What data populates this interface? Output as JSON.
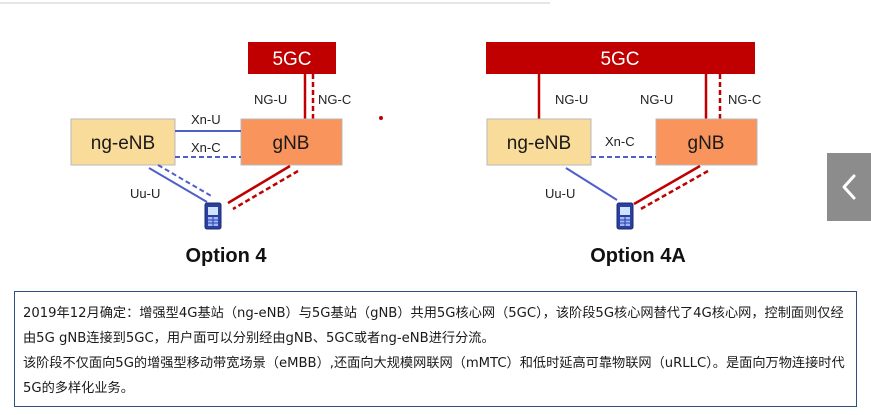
{
  "diagrams": [
    {
      "id": "option4",
      "core": "5GC",
      "nodes": {
        "lte": "ng-eNB",
        "nr": "gNB"
      },
      "interfaces": {
        "ng_u": "NG-U",
        "ng_c": "NG-C",
        "xn_u": "Xn-U",
        "xn_c": "Xn-C",
        "uu_u": "Uu-U"
      },
      "caption": "Option 4"
    },
    {
      "id": "option4a",
      "core": "5GC",
      "nodes": {
        "lte": "ng-eNB",
        "nr": "gNB"
      },
      "interfaces": {
        "ng_u_lte": "NG-U",
        "ng_u_nr": "NG-U",
        "ng_c": "NG-C",
        "xn_c": "Xn-C",
        "uu_u": "Uu-U"
      },
      "caption": "Option 4A"
    }
  ],
  "description": {
    "paragraph1": "2019年12月确定：增强型4G基站（ng-eNB）与5G基站（gNB）共用5G核心网（5GC），该阶段5G核心网替代了4G核心网，控制面则仅经由5G gNB连接到5GC，用户面可以分别经由gNB、5GC或者ng-eNB进行分流。",
    "paragraph2": "该阶段不仅面向5G的增强型移动带宽场景（eMBB）,还面向大规模网联网（mMTC）和低时延高可靠物联网（uRLLC）。是面向万物连接时代5G的多样化业务。"
  },
  "colors": {
    "core": "#c00000",
    "lte_fill": "#fadc9a",
    "nr_fill": "#f9945d",
    "control_line": "#c00000",
    "lte_line": "#4f5fc9",
    "phone": "#2a3fa0"
  },
  "icons": [
    "phone-icon",
    "chevron-left-icon"
  ]
}
